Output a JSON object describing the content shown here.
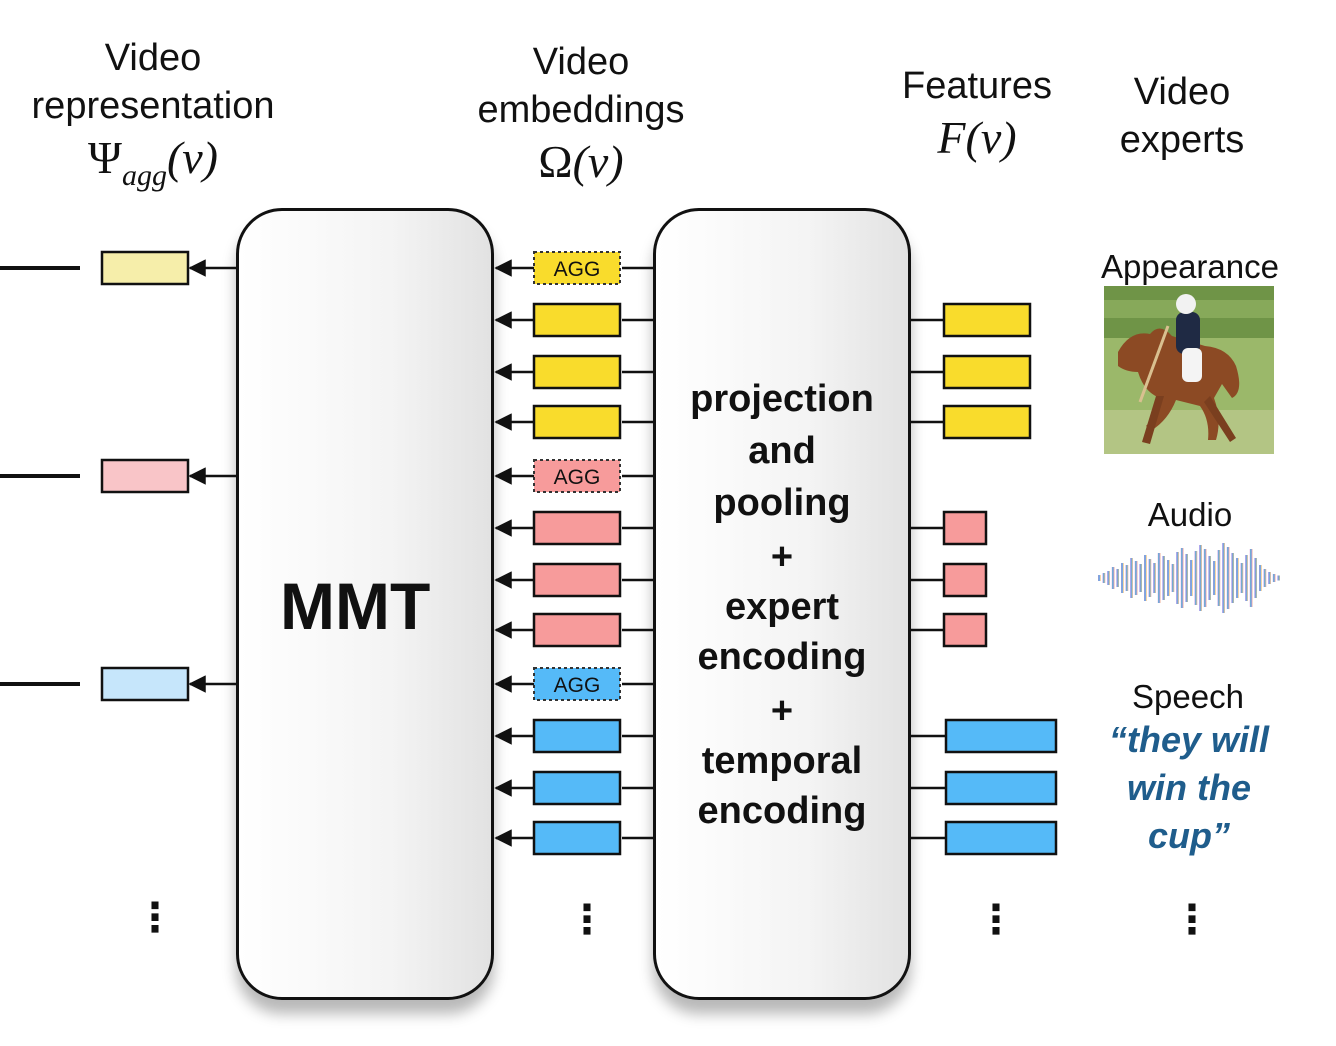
{
  "headers": {
    "video_representation": {
      "line1": "Video",
      "line2": "representation",
      "symbol": "Ψ",
      "sub": "agg",
      "arg": "(v)"
    },
    "video_embeddings": {
      "line1": "Video",
      "line2": "embeddings",
      "symbol": "Ω",
      "arg": "(v)"
    },
    "features": {
      "line1": "Features",
      "symbol": "F",
      "arg": "(v)"
    },
    "video_experts": {
      "line1": "Video",
      "line2": "experts"
    }
  },
  "mmt_label": "MMT",
  "processing": [
    "projection",
    "and",
    "pooling",
    "+",
    "expert",
    "encoding",
    "+",
    "temporal",
    "encoding"
  ],
  "agg_label": "AGG",
  "experts": {
    "appearance": {
      "label": "Appearance",
      "image": "polo-player-on-horse"
    },
    "audio": {
      "label": "Audio",
      "image": "audio-waveform"
    },
    "speech": {
      "label": "Speech",
      "quote": [
        "“they will",
        "win the",
        "cup”"
      ]
    }
  },
  "ellipsis": "⋮",
  "colors": {
    "yellow": "#f9dc2c",
    "yellow_light": "#f6eeaa",
    "red": "#f79b9b",
    "red_light": "#f9c5c8",
    "blue": "#55baf8",
    "blue_light": "#c6e6fb",
    "speech_text": "#1f5d8c"
  }
}
